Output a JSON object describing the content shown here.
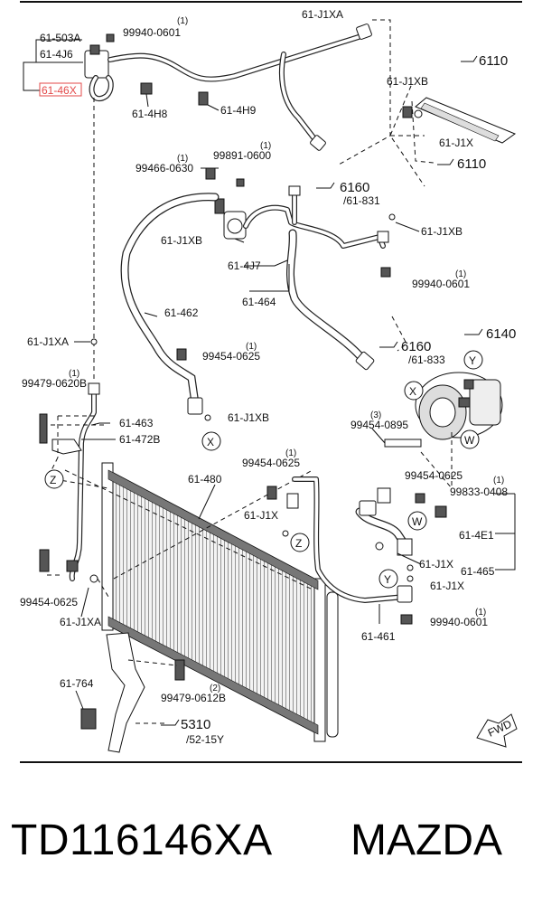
{
  "diagram": {
    "labels": {
      "l_61_503a": "61-503A",
      "l_61_4j6": "61-4J6",
      "l_61_46x": "61-46X",
      "l_99940_0601_a": "99940-0601",
      "q_99940_0601_a": "(1)",
      "l_61_4h8": "61-4H8",
      "l_61_4h9": "61-4H9",
      "l_61_j1xa_top": "61-J1XA",
      "l_99466_0630": "99466-0630",
      "q_99466_0630": "(1)",
      "l_99891_0600": "99891-0600",
      "q_99891_0600": "(1)",
      "l_61_j1xb_a": "61-J1XB",
      "l_61_4j7": "61-4J7",
      "l_61_464": "61-464",
      "l_61_831": "/61-831",
      "l_61_j1xb_b": "61-J1XB",
      "l_99940_0601_b": "99940-0601",
      "q_99940_0601_b": "(1)",
      "l_61_j1xb_top": "61-J1XB",
      "l_61_j1x_top": "61-J1X",
      "l_61_462": "61-462",
      "l_61_j1xa_left": "61-J1XA",
      "l_99454_0625_a": "99454-0625",
      "q_99454_0625_a": "(1)",
      "l_61_833": "/61-833",
      "l_99479_0620b": "99479-0620B",
      "q_99479_0620b": "(1)",
      "l_61_j1xb_c": "61-J1XB",
      "l_99454_0895": "99454-0895",
      "q_99454_0895": "(3)",
      "l_61_463": "61-463",
      "l_61_472b": "61-472B",
      "l_61_480": "61-480",
      "l_99454_0625_b": "99454-0625",
      "q_99454_0625_b": "(1)",
      "l_99454_0625_c": "99454-0625",
      "q_99454_0625_c": "(1)",
      "l_99833_0408": "99833-0408",
      "l_61_j1x_mid": "61-J1X",
      "l_61_4e1": "61-4E1",
      "l_61_j1x_r1": "61-J1X",
      "l_61_465": "61-465",
      "l_61_j1x_r2": "61-J1X",
      "l_99454_0625_d": "99454-0625",
      "l_61_j1xa_bot": "61-J1XA",
      "l_99940_0601_c": "99940-0601",
      "q_99940_0601_c": "(1)",
      "l_61_461": "61-461",
      "l_61_764": "61-764",
      "l_99479_0612b": "99479-0612B",
      "q_99479_0612b": "(2)",
      "l_52_15y": "/52-15Y",
      "fwd": "FWD"
    },
    "refs": {
      "r_6110_a": "6110",
      "r_6110_b": "6110",
      "r_6160_a": "6160",
      "r_6160_b": "6160",
      "r_6140": "6140",
      "r_5310": "5310"
    },
    "markers": {
      "m_x1": "X",
      "m_x2": "X",
      "m_y1": "Y",
      "m_y2": "Y",
      "m_w1": "W",
      "m_w2": "W",
      "m_z1": "Z",
      "m_z2": "Z"
    }
  },
  "caption": {
    "part_number": "TD116146XA",
    "brand": "MAZDA"
  },
  "colors": {
    "highlight": "#e34a4a",
    "ink": "#111111",
    "background": "#ffffff"
  }
}
